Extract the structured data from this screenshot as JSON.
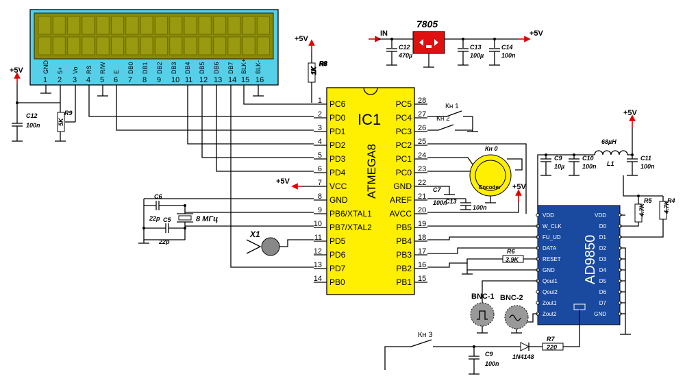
{
  "lcd": {
    "pins": [
      {
        "name": "GND",
        "num": "1"
      },
      {
        "name": "5+",
        "num": "2"
      },
      {
        "name": "Vo",
        "num": "3"
      },
      {
        "name": "RS",
        "num": "4"
      },
      {
        "name": "R/W",
        "num": "5"
      },
      {
        "name": "E",
        "num": "6"
      },
      {
        "name": "DB0",
        "num": "7"
      },
      {
        "name": "DB1",
        "num": "8"
      },
      {
        "name": "DB2",
        "num": "9"
      },
      {
        "name": "DB3",
        "num": "10"
      },
      {
        "name": "DB4",
        "num": "11"
      },
      {
        "name": "DB5",
        "num": "12"
      },
      {
        "name": "DB6",
        "num": "13"
      },
      {
        "name": "DB7",
        "num": "14"
      },
      {
        "name": "BLK+",
        "num": "15"
      },
      {
        "name": "BLK-",
        "num": "16"
      }
    ],
    "background": "#55d0e8",
    "panel": "#8a8a00"
  },
  "regulator": {
    "name": "7805",
    "color": "#e01010"
  },
  "power": {
    "vcc": "+5V",
    "in": "IN"
  },
  "mcu": {
    "ref": "IC1",
    "part": "ATMEGA8",
    "color": "#ffef00",
    "left_pins": [
      {
        "label": "PC6",
        "num": "1"
      },
      {
        "label": "PD0",
        "num": "2"
      },
      {
        "label": "PD1",
        "num": "3"
      },
      {
        "label": "PD2",
        "num": "4"
      },
      {
        "label": "PD3",
        "num": "5"
      },
      {
        "label": "PD4",
        "num": "6"
      },
      {
        "label": "VCC",
        "num": "7"
      },
      {
        "label": "GND",
        "num": "8"
      },
      {
        "label": "PB6/XTAL1",
        "num": "9"
      },
      {
        "label": "PB7/XTAL2",
        "num": "10"
      },
      {
        "label": "PD5",
        "num": "11"
      },
      {
        "label": "PD6",
        "num": "12"
      },
      {
        "label": "PD7",
        "num": "13"
      },
      {
        "label": "PB0",
        "num": "14"
      }
    ],
    "right_pins": [
      {
        "label": "PC5",
        "num": "28"
      },
      {
        "label": "PC4",
        "num": "27"
      },
      {
        "label": "PC3",
        "num": "26"
      },
      {
        "label": "PC2",
        "num": "25"
      },
      {
        "label": "PC1",
        "num": "24"
      },
      {
        "label": "PC0",
        "num": "23"
      },
      {
        "label": "GND",
        "num": "22"
      },
      {
        "label": "AREF",
        "num": "21"
      },
      {
        "label": "AVCC",
        "num": "20"
      },
      {
        "label": "PB5",
        "num": "19"
      },
      {
        "label": "PB4",
        "num": "18"
      },
      {
        "label": "PB3",
        "num": "17"
      },
      {
        "label": "PB2",
        "num": "16"
      },
      {
        "label": "PB1",
        "num": "15"
      }
    ]
  },
  "dds": {
    "part": "AD9850",
    "color": "#1a4aa0",
    "left_pins": [
      "VDD",
      "W_CLK",
      "FU_UD",
      "DATA",
      "RESET",
      "GND",
      "Qout1",
      "Qout2",
      "Zout1",
      "Zout2"
    ],
    "right_pins": [
      "VDD",
      "D0",
      "D1",
      "D2",
      "D3",
      "D4",
      "D5",
      "D6",
      "D7",
      "GND"
    ]
  },
  "components": {
    "c12_top": {
      "ref": "C12",
      "val": "470µ"
    },
    "c13_top": {
      "ref": "C13",
      "val": "100µ"
    },
    "c14": {
      "ref": "C14",
      "val": "100n"
    },
    "c12_left": {
      "ref": "C12",
      "val": "100n"
    },
    "r9": {
      "ref": "R9",
      "val": "5K"
    },
    "r8": {
      "ref": "R8",
      "val": "1K"
    },
    "c6": {
      "ref": "C6",
      "val": "22p"
    },
    "c5": {
      "ref": "C5",
      "val": "22p"
    },
    "xtal": {
      "val": "8 МГц"
    },
    "x1": {
      "ref": "X1"
    },
    "kn1": {
      "ref": "Кн 1"
    },
    "kn2": {
      "ref": "Кн 2"
    },
    "kn0": {
      "ref": "Кн 0"
    },
    "encoder": {
      "ref": "Encoder"
    },
    "c7": {
      "ref": "C7",
      "val": "100n"
    },
    "c13_mid": {
      "ref": "C13",
      "val": "100n"
    },
    "c9_top": {
      "ref": "C9",
      "val": "10µ"
    },
    "c10": {
      "ref": "C10",
      "val": "100n"
    },
    "l1": {
      "ref": "L1",
      "val": "68µH"
    },
    "c11": {
      "ref": "C11",
      "val": "100n"
    },
    "r5": {
      "ref": "R5",
      "val": "4.7K"
    },
    "r4": {
      "ref": "R4",
      "val": "4.7K"
    },
    "r6": {
      "ref": "R6",
      "val": "3.9K"
    },
    "bnc1": {
      "ref": "BNC-1"
    },
    "bnc2": {
      "ref": "BNC-2"
    },
    "kn3": {
      "ref": "Кн 3"
    },
    "c9_bot": {
      "ref": "C9",
      "val": "100n"
    },
    "diode": {
      "val": "1N4148"
    },
    "r7": {
      "ref": "R7",
      "val": "220"
    }
  }
}
